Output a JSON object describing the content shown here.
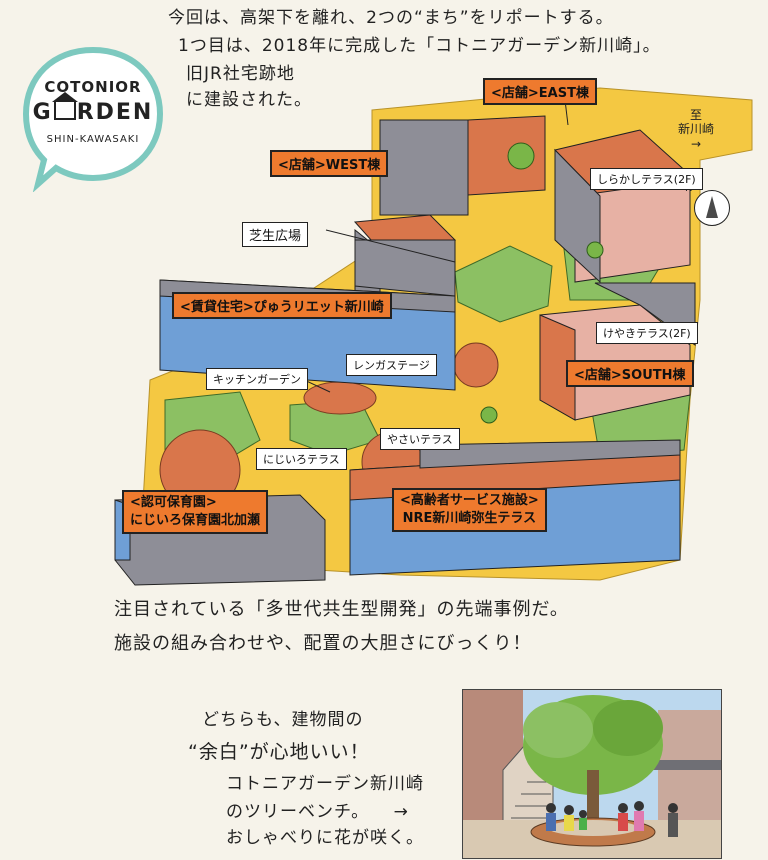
{
  "intro": {
    "line1": "今回は、高架下を離れ、2つの“まち”をリポートする。",
    "line2": "1つ目は、2018年に完成した「コトニアガーデン新川崎」。",
    "line3": "旧JR社宅跡地",
    "line4": "に建設された。"
  },
  "logo": {
    "line1": "COTONIOR",
    "line2_a": "G",
    "line2_b": "RDEN",
    "line3": "SHIN-KAWASAKI"
  },
  "direction": {
    "label_top": "至",
    "label_bottom": "新川崎",
    "arrow": "→"
  },
  "north": {
    "label": "N"
  },
  "map_labels": {
    "east": "<店舗>EAST棟",
    "west": "<店舗>WEST棟",
    "shibafu": "芝生広場",
    "shirakashi": "しらかしテラス(2F)",
    "rental": "<賃貸住宅>ぴゅうリエット新川崎",
    "keyaki": "けやきテラス(2F)",
    "renga": "レンガステージ",
    "south": "<店舗>SOUTH棟",
    "kitchen": "キッチンガーデン",
    "yasai": "やさいテラス",
    "niji": "にじいろテラス",
    "nursery_1": "<認可保育園>",
    "nursery_2": "にじいろ保育園北加瀬",
    "elder_1": "<高齢者サービス施設>",
    "elder_2": "NRE新川崎弥生テラス"
  },
  "middle": {
    "line1": "注目されている「多世代共生型開発」の先端事例だ。",
    "line2": "施設の組み合わせや、配置の大胆さにびっくり！"
  },
  "bottom": {
    "line1": "どちらも、建物間の",
    "line2": "“余白”が心地いい！",
    "line3": "コトニアガーデン新川崎",
    "line4": "のツリーベンチ。",
    "arrow": "→",
    "line5": "おしゃべりに花が咲く。"
  },
  "colors": {
    "road": "#f4c842",
    "grass": "#8cc063",
    "brick": "#d9764b",
    "building_gray": "#8e8e97",
    "building_blue": "#6f9fd6",
    "building_pink": "#e7b1a4",
    "label_orange": "#ee7a2e",
    "logo_teal": "#7dc9bf"
  }
}
